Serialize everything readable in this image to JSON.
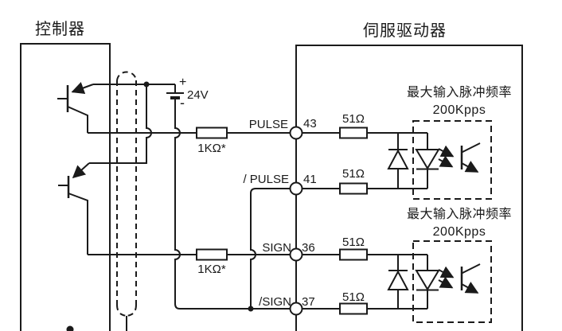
{
  "titles": {
    "controller": "控制器",
    "servo_drive": "伺服驱动器"
  },
  "battery": {
    "label": "24V",
    "plus": "+",
    "minus": "-"
  },
  "resistors": {
    "r1k_1": "1KΩ*",
    "r1k_2": "1KΩ*",
    "r51_1": "51Ω",
    "r51_2": "51Ω",
    "r51_3": "51Ω",
    "r51_4": "51Ω"
  },
  "terminals": [
    {
      "signal": "PULSE",
      "pin": "43"
    },
    {
      "signal": "/ PULSE",
      "pin": "41"
    },
    {
      "signal": "SIGN",
      "pin": "36"
    },
    {
      "signal": "/SIGN",
      "pin": "37"
    }
  ],
  "annotations": {
    "block1": {
      "line1": "最大输入脉冲频率",
      "line2": "200Kpps"
    },
    "block2": {
      "line1": "最大输入脉冲频率",
      "line2": "200Kpps"
    }
  },
  "colors": {
    "line": "#1a1a1a",
    "background": "#ffffff"
  }
}
